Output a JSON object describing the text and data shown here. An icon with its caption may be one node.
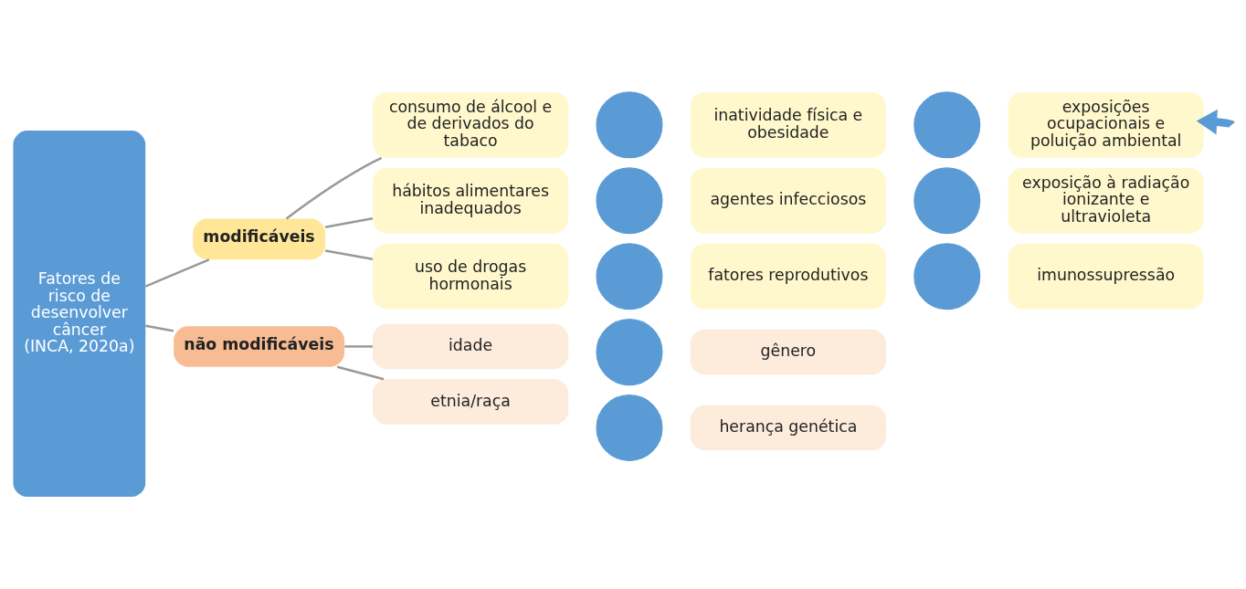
{
  "diagram": {
    "nodes": [
      {
        "text": [
          "Fatores de risco de desenvolver câncer",
          "(INCA, 2020a)"
        ]
      },
      {
        "text": [
          "modificáveis"
        ]
      },
      {
        "text": [
          "não modificáveis"
        ]
      },
      {
        "text": [
          "consumo de álcool e de derivados do tabaco"
        ]
      },
      {
        "text": [],
        "shape": "plus"
      },
      {
        "text": [
          "inatividade física e obesidade"
        ]
      },
      {
        "text": [],
        "shape": "plus"
      },
      {
        "text": [
          "exposições ocupacionais e poluição ambiental"
        ]
      },
      {
        "text": [
          "hábitos alimentares inadequados"
        ]
      },
      {
        "text": [],
        "shape": "plus"
      },
      {
        "text": [
          "agentes infecciosos"
        ]
      },
      {
        "text": [],
        "shape": "plus"
      },
      {
        "text": [
          "exposição à radiação ionizante e ultravioleta"
        ]
      },
      {
        "text": [
          "uso de drogas hormonais"
        ]
      },
      {
        "text": [],
        "shape": "plus"
      },
      {
        "text": [
          "fatores reprodutivos"
        ]
      },
      {
        "text": [],
        "shape": "plus"
      },
      {
        "text": [
          "imunossupressão"
        ]
      },
      {
        "text": [
          "idade"
        ]
      },
      {
        "text": [],
        "shape": "plus"
      },
      {
        "text": [
          "gênero"
        ]
      },
      {
        "text": [
          "etnia/raça"
        ]
      },
      {
        "text": [],
        "shape": "plus"
      },
      {
        "text": [
          "herança genética"
        ]
      }
    ],
    "edges": [
      {
        "from": 0,
        "to": 1,
        "arrow": "none"
      },
      {
        "from": 0,
        "to": 2,
        "arrow": "none"
      },
      {
        "from": 1,
        "to": 3,
        "arrow": "none"
      },
      {
        "from": 1,
        "to": 8,
        "arrow": "none"
      },
      {
        "from": 1,
        "to": 13,
        "arrow": "none"
      },
      {
        "from": 2,
        "to": 18,
        "arrow": "none"
      },
      {
        "from": 2,
        "to": 21,
        "arrow": "none"
      },
      {
        "from": null,
        "to": 7,
        "arrow": "to",
        "style": "thick",
        "color": "#5b9bd5"
      }
    ]
  }
}
